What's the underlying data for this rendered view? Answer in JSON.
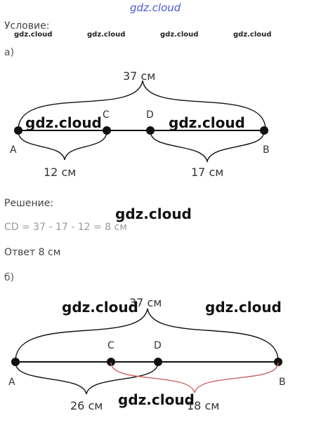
{
  "header": {
    "site": "gdz.cloud"
  },
  "condition_label": "Условие:",
  "watermarks": {
    "small": "gdz.cloud",
    "big": "gdz.cloud"
  },
  "part_a": {
    "label": "а)",
    "total": "37 см",
    "left_segment": "12 см",
    "right_segment": "17 см",
    "points": {
      "a": "A",
      "b": "B",
      "c": "C",
      "d": "D"
    }
  },
  "solution": {
    "label": "Решение:",
    "equation": "CD = 37 - 17 - 12 = 8 см",
    "answer": "Ответ 8 см"
  },
  "part_b": {
    "label": "б)",
    "total": "37 см",
    "left_segment": "26 см",
    "right_segment": "18 см",
    "points": {
      "a": "A",
      "b": "B",
      "c": "C",
      "d": "D"
    }
  },
  "colors": {
    "line": "#111111",
    "brace": "#111111",
    "brace_red": "#cc6666",
    "site": "#4a5ad0"
  }
}
